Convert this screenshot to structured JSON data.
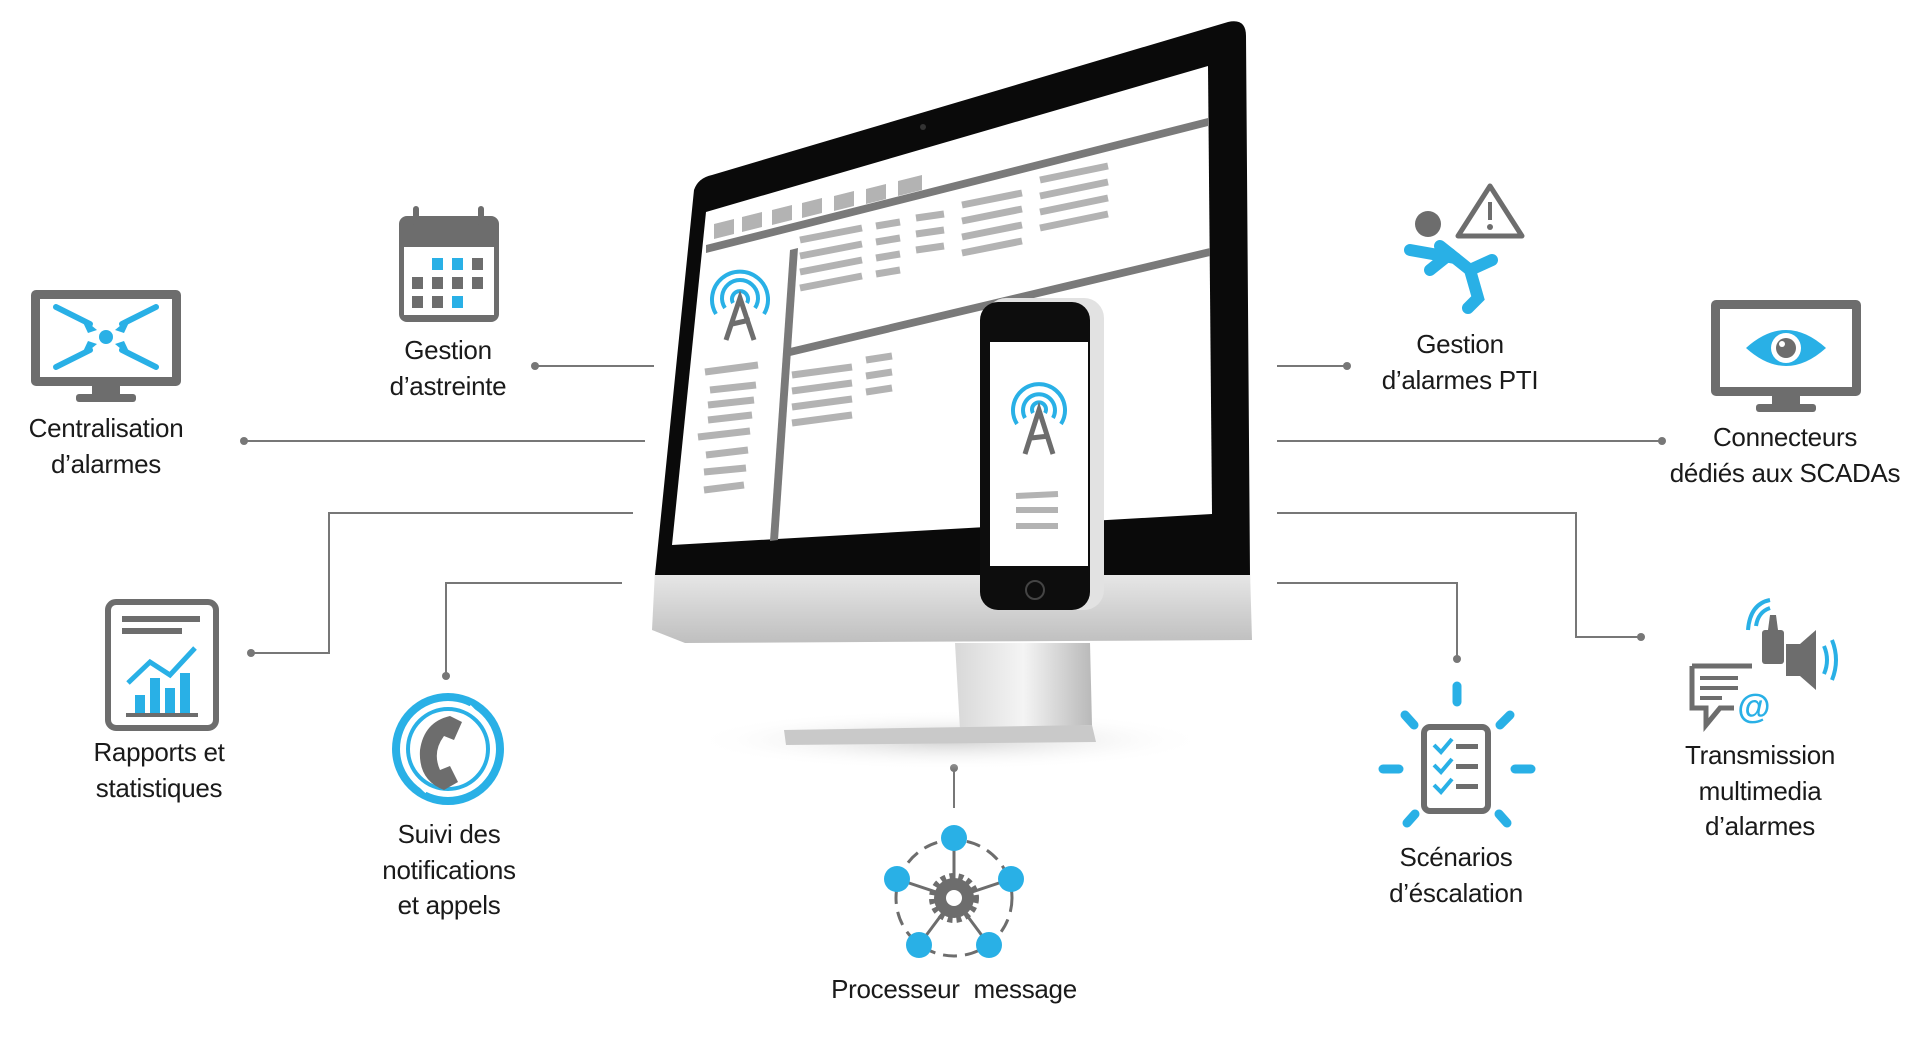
{
  "colors": {
    "accent": "#29b0e6",
    "icon_gray": "#6d6d6d",
    "line_gray": "#777777",
    "bezel": "#0a0a0a"
  },
  "features": {
    "centralisation": {
      "icon": "monitor-arrows-icon",
      "lines": [
        "Centralisation",
        "d’alarmes"
      ]
    },
    "astreinte": {
      "icon": "calendar-icon",
      "lines": [
        "Gestion",
        "d’astreinte"
      ]
    },
    "rapports": {
      "icon": "report-chart-icon",
      "lines": [
        "Rapports et",
        "statistiques"
      ]
    },
    "suivi": {
      "icon": "phone-icon",
      "lines": [
        "Suivi des",
        "notifications",
        "et appels"
      ]
    },
    "processeur": {
      "icon": "network-gear-icon",
      "lines": [
        "Processeur  message"
      ]
    },
    "scenarios": {
      "icon": "checklist-icon",
      "lines": [
        "Scénarios",
        "d’éscalation"
      ]
    },
    "transmission": {
      "icon": "multimedia-icon",
      "lines": [
        "Transmission",
        "multimedia",
        "d’alarmes"
      ]
    },
    "connecteurs": {
      "icon": "monitor-eye-icon",
      "lines": [
        "Connecteurs",
        "dédiés aux SCADAs"
      ]
    },
    "pti": {
      "icon": "falling-person-warning-icon",
      "lines": [
        "Gestion",
        "d’alarmes PTI"
      ]
    }
  }
}
